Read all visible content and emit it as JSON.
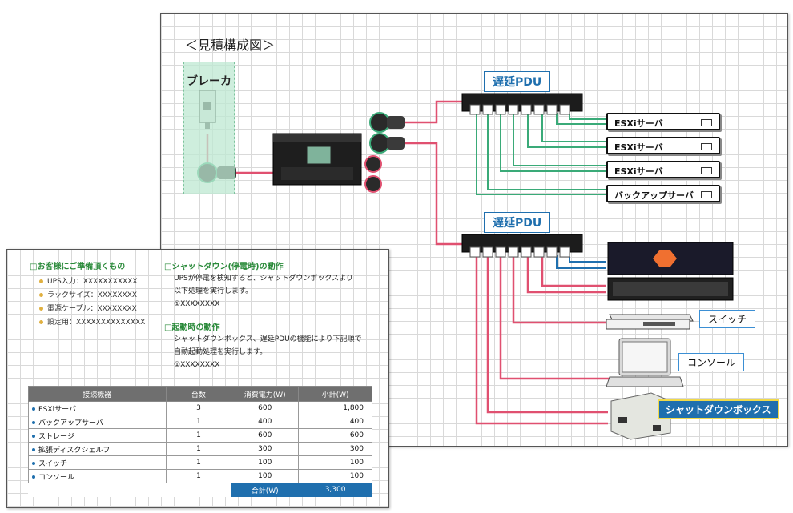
{
  "diagram": {
    "title": "＜見積構成図＞",
    "breaker_label": "ブレーカ",
    "pdu_label": "遅延PDU",
    "servers": [
      "ESXiサーバ",
      "ESXiサーバ",
      "ESXiサーバ",
      "バックアップサーバ"
    ],
    "switch_label": "スイッチ",
    "console_label": "コンソール",
    "shutdown_label": "シャットダウンボックス",
    "colors": {
      "power": "#e05070",
      "green": "#3aaa78",
      "blue": "#1f6fae"
    }
  },
  "details": {
    "customer_heading": "□お客様にご準備頂くもの",
    "customer_items": [
      "UPS入力：XXXXXXXXXXX",
      "ラックサイズ：XXXXXXXX",
      "電源ケーブル：XXXXXXXX",
      "設定用：XXXXXXXXXXXXXX"
    ],
    "shutdown_heading": "□シャットダウン(停電時)の動作",
    "shutdown_text_1": "UPSが停電を検知すると、シャットダウンボックスより",
    "shutdown_text_2": "以下処理を実行します。",
    "shutdown_text_3": "①XXXXXXXX",
    "startup_heading": "□起動時の動作",
    "startup_text_1": "シャットダウンボックス、遅延PDUの機能により下記順で",
    "startup_text_2": "自動起動処理を実行します。",
    "startup_text_3": "①XXXXXXXX",
    "table": {
      "headers": [
        "接続機器",
        "台数",
        "消費電力(W)",
        "小計(W)"
      ],
      "rows": [
        [
          "ESXiサーバ",
          "3",
          "600",
          "1,800"
        ],
        [
          "バックアップサーバ",
          "1",
          "400",
          "400"
        ],
        [
          "ストレージ",
          "1",
          "600",
          "600"
        ],
        [
          "拡張ディスクシェルフ",
          "1",
          "300",
          "300"
        ],
        [
          "スイッチ",
          "1",
          "100",
          "100"
        ],
        [
          "コンソール",
          "1",
          "100",
          "100"
        ]
      ],
      "total_label": "合計(W)",
      "total_value": "3,300"
    }
  }
}
